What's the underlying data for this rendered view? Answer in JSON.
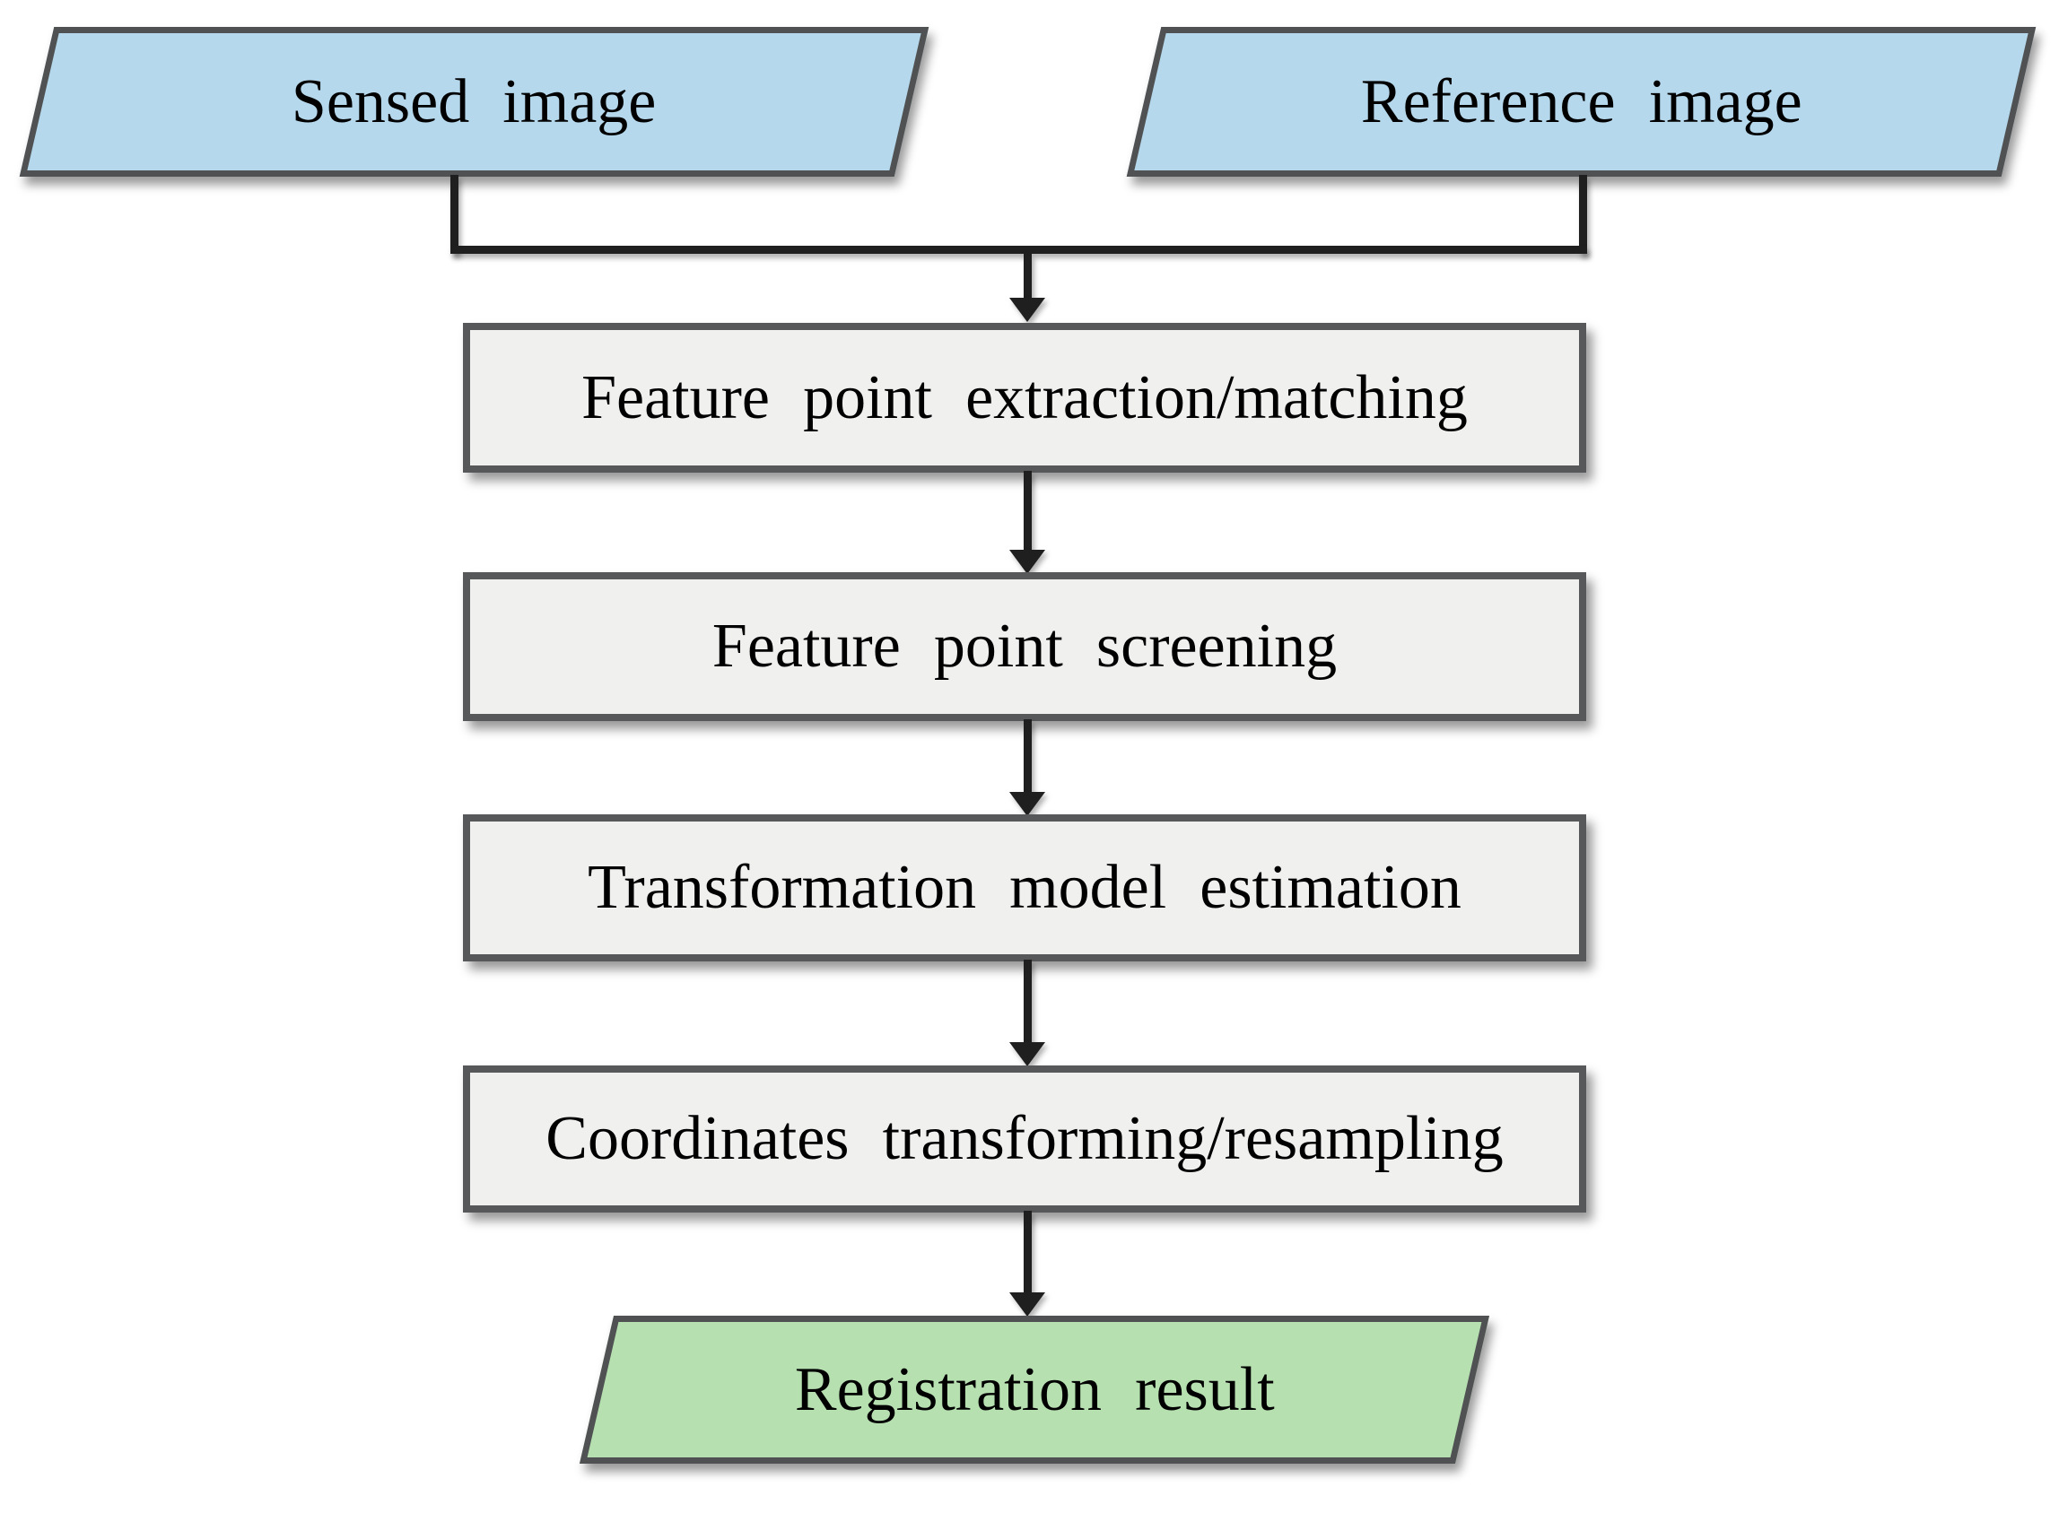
{
  "diagram": {
    "type": "flowchart",
    "nodes": {
      "sensed": {
        "label": "Sensed image",
        "shape": "parallelogram",
        "role": "input"
      },
      "reference": {
        "label": "Reference image",
        "shape": "parallelogram",
        "role": "input"
      },
      "step1": {
        "label": "Feature point extraction/matching",
        "shape": "rectangle",
        "role": "process"
      },
      "step2": {
        "label": "Feature point screening",
        "shape": "rectangle",
        "role": "process"
      },
      "step3": {
        "label": "Transformation model estimation",
        "shape": "rectangle",
        "role": "process"
      },
      "step4": {
        "label": "Coordinates transforming/resampling",
        "shape": "rectangle",
        "role": "process"
      },
      "result": {
        "label": "Registration result",
        "shape": "parallelogram",
        "role": "output"
      }
    },
    "edges": [
      {
        "from": "sensed",
        "to": "step1"
      },
      {
        "from": "reference",
        "to": "step1"
      },
      {
        "from": "step1",
        "to": "step2"
      },
      {
        "from": "step2",
        "to": "step3"
      },
      {
        "from": "step3",
        "to": "step4"
      },
      {
        "from": "step4",
        "to": "result"
      }
    ],
    "colors": {
      "input_fill": "#b5d8ec",
      "process_fill": "#f0f0ef",
      "output_fill": "#b7e0b1",
      "shape_border": "#545657",
      "connector": "#1f1f1f",
      "text": "#000000",
      "background": "#ffffff"
    }
  }
}
